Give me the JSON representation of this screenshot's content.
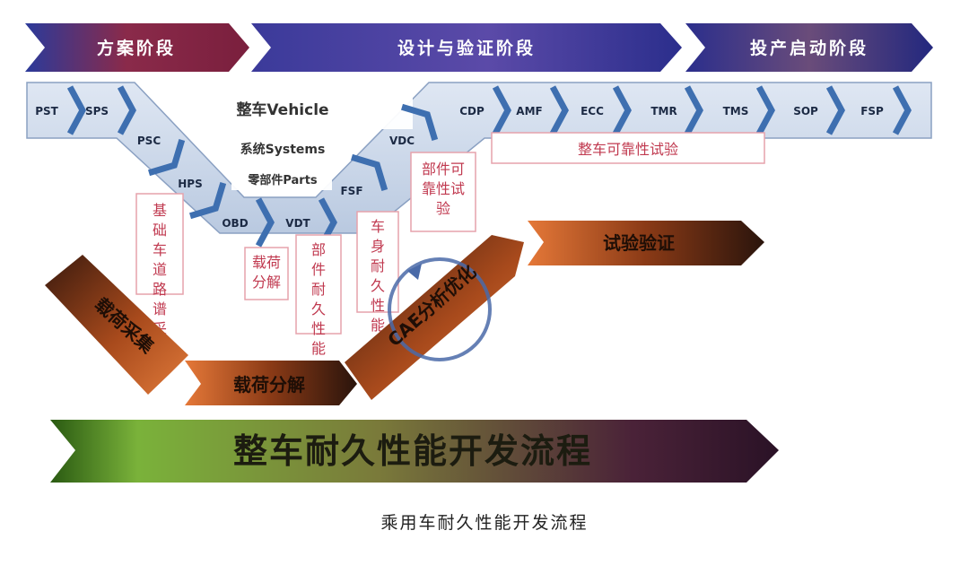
{
  "phases": [
    {
      "label": "方案阶段",
      "color": "#7a1f3d"
    },
    {
      "label": "设计与验证阶段",
      "color": "#3a2f8c"
    },
    {
      "label": "投产启动阶段",
      "color": "#2d2e86"
    }
  ],
  "stages": [
    {
      "label": "PST"
    },
    {
      "label": "SPS"
    },
    {
      "label": "PSC"
    },
    {
      "label": "HPS"
    },
    {
      "label": "OBD"
    },
    {
      "label": "VDT"
    },
    {
      "label": "FSF"
    },
    {
      "label": "VDC"
    },
    {
      "label": "CDP"
    },
    {
      "label": "AMF"
    },
    {
      "label": "ECC"
    },
    {
      "label": "TMR"
    },
    {
      "label": "TMS"
    },
    {
      "label": "SOP"
    },
    {
      "label": "FSP"
    }
  ],
  "levels": [
    {
      "label": "整车Vehicle"
    },
    {
      "label": "系统Systems"
    },
    {
      "label": "零部件Parts"
    }
  ],
  "reliability_test": "整车可靠性试验",
  "activities": [
    {
      "label": "基础车道路谱采集"
    },
    {
      "label": "载荷分解"
    },
    {
      "label": "部件耐久性能仿真"
    },
    {
      "label": "车身耐久性能仿真"
    },
    {
      "label": "部件可靠性试验"
    }
  ],
  "flow_arrows": [
    {
      "label": "载荷采集"
    },
    {
      "label": "载荷分解"
    },
    {
      "label": "CAE分析优化"
    },
    {
      "label": "试验验证"
    }
  ],
  "main_banner": "整车耐久性能开发流程",
  "caption": "乘用车耐久性能开发流程",
  "colors": {
    "band_fill": "#c6d3e6",
    "stage_chevron": "#3e6fb0",
    "note_border": "#e6a2ac",
    "note_text": "#c0394f",
    "bronze": "#a34a1a",
    "banner_green": "#4c7a1c"
  }
}
